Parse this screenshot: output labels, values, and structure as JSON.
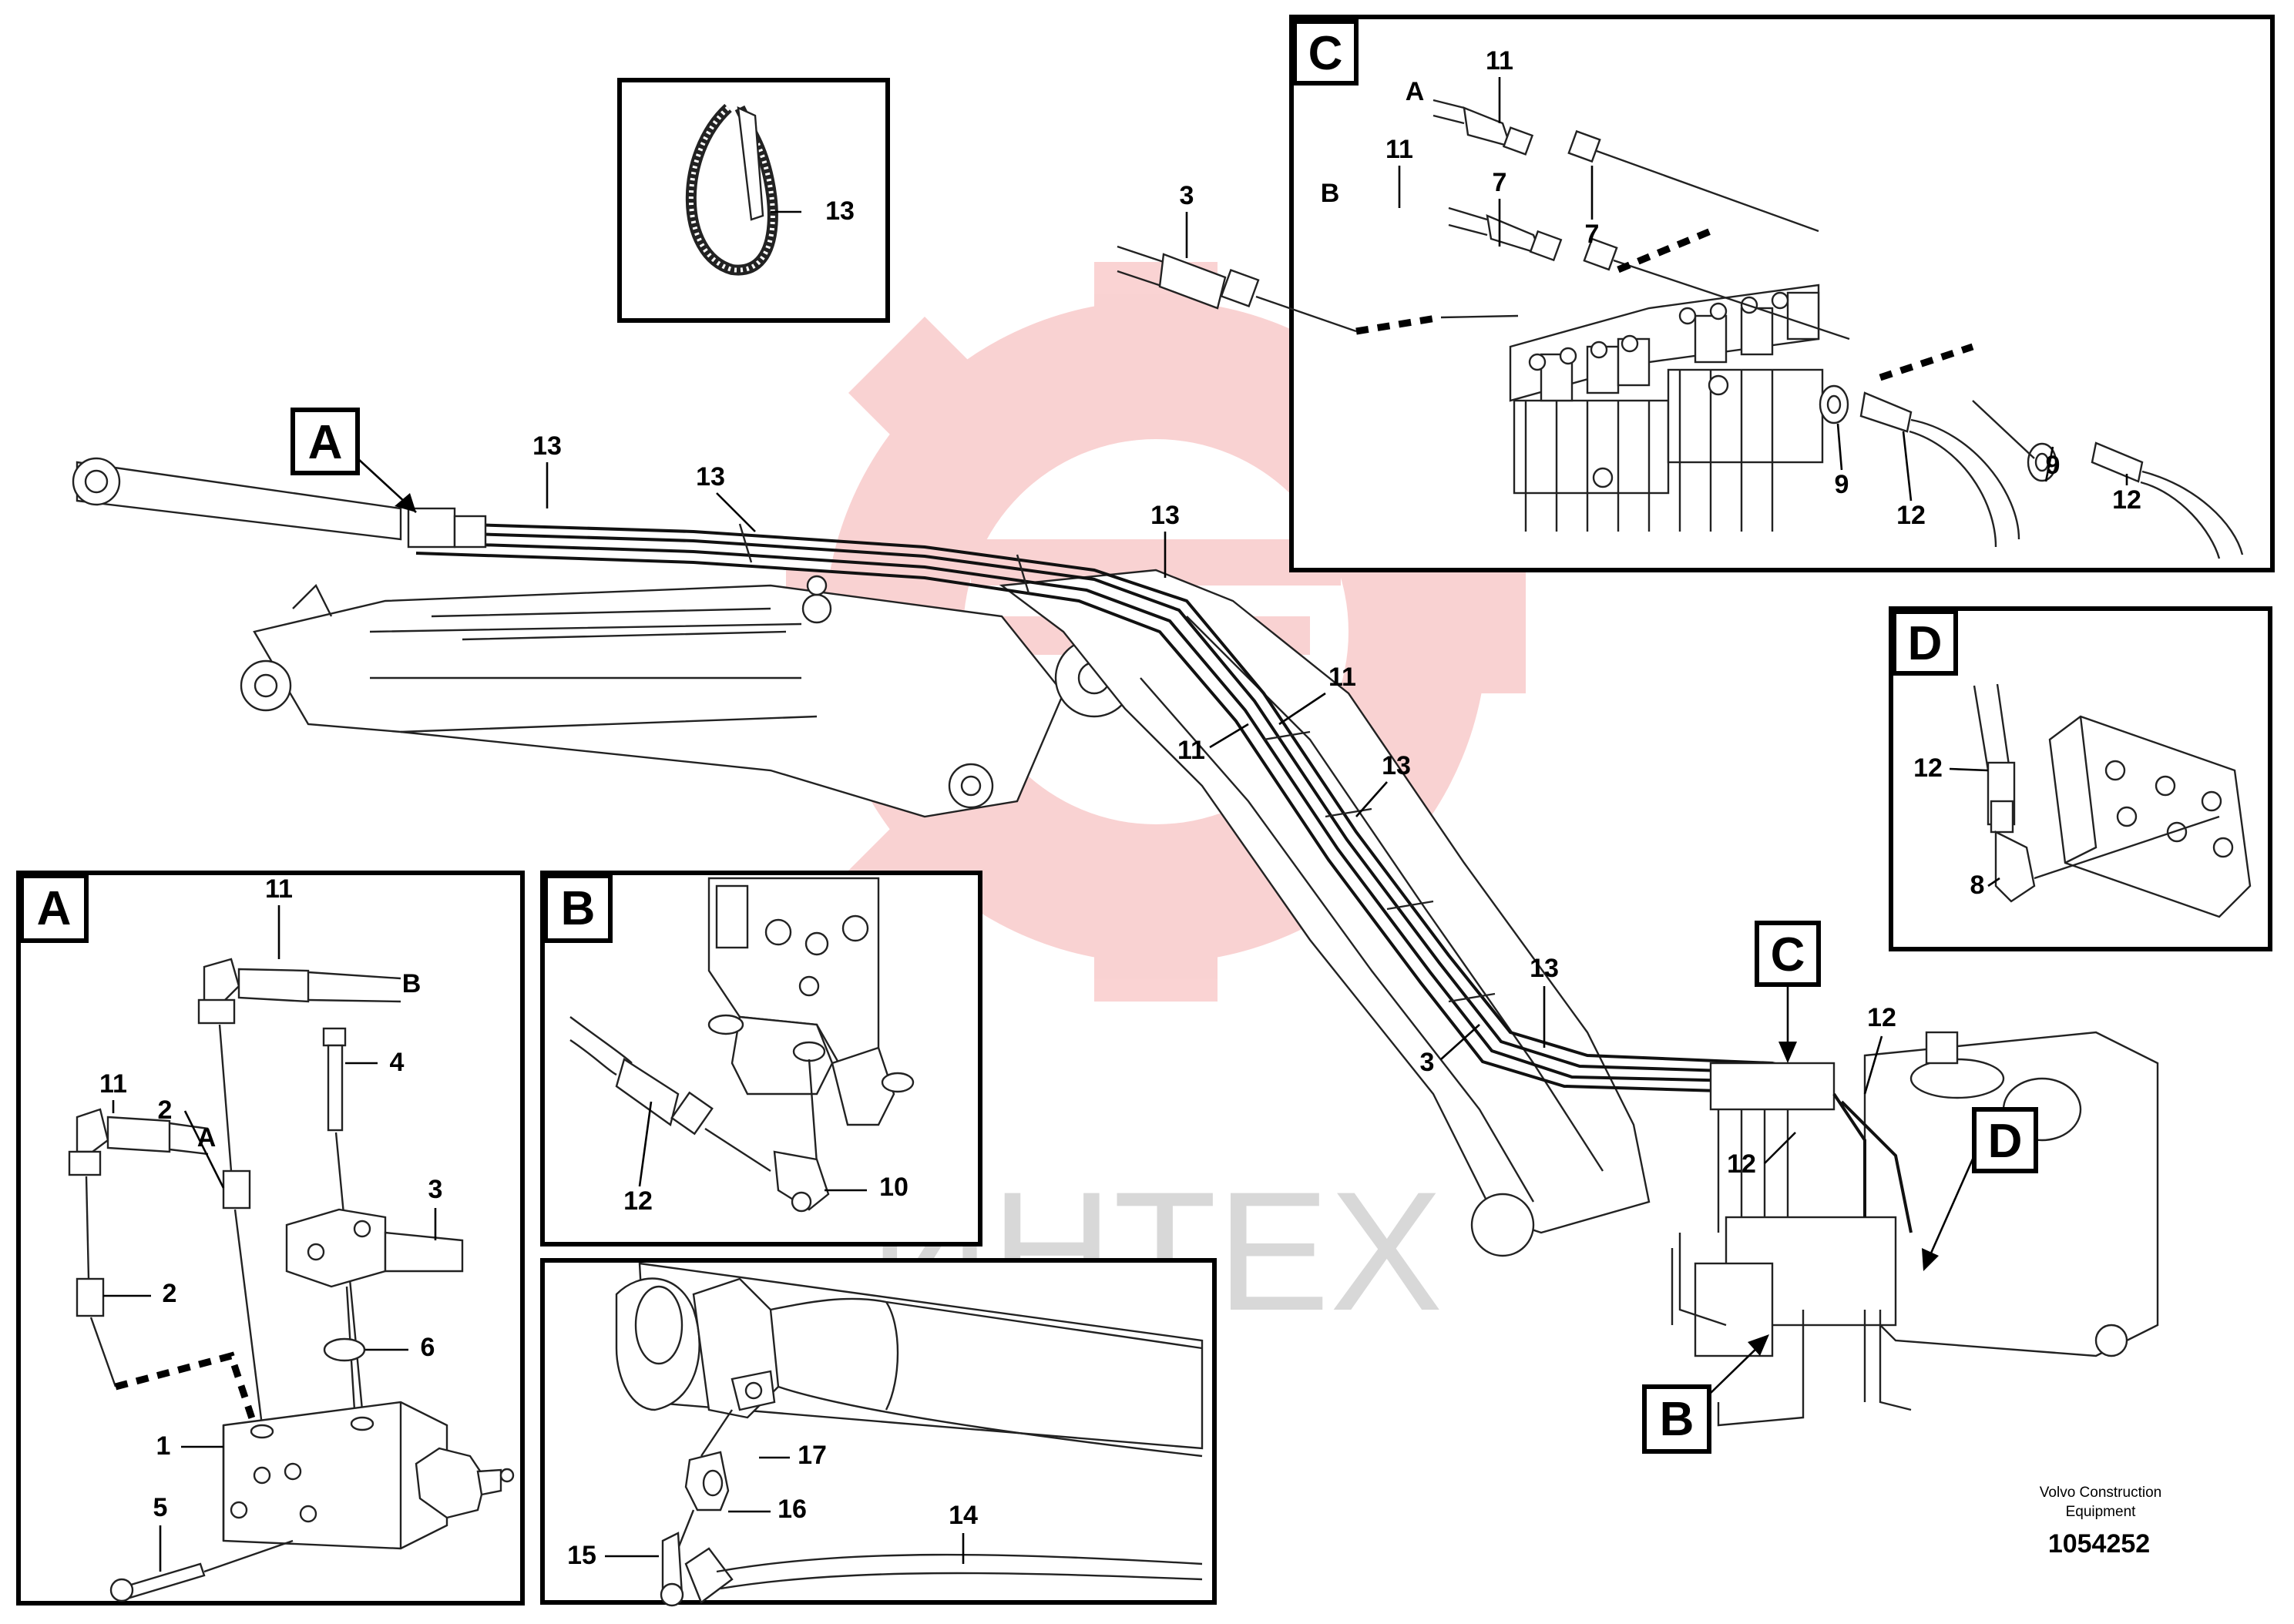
{
  "watermark": {
    "text": "ИНТЕХ",
    "color": "#f4a0a0"
  },
  "footer": {
    "company_line1": "Volvo Construction",
    "company_line2": "Equipment",
    "drawing_number": "1054252"
  },
  "main_view": {
    "callout_letters": [
      "A",
      "B",
      "C",
      "D"
    ],
    "labels": [
      "13",
      "13",
      "13",
      "11",
      "11",
      "13",
      "13",
      "3",
      "12",
      "12"
    ]
  },
  "detail_13": {
    "labels": [
      "13"
    ]
  },
  "detail_a": {
    "letter": "A",
    "labels": [
      "11",
      "4",
      "2",
      "11",
      "3",
      "2",
      "6",
      "1",
      "5"
    ],
    "ends": [
      "B",
      "A"
    ]
  },
  "detail_b": {
    "letter": "B",
    "labels": [
      "12",
      "10"
    ]
  },
  "detail_c": {
    "letter": "C",
    "labels": [
      "11",
      "11",
      "7",
      "7",
      "3",
      "9",
      "12",
      "9",
      "12"
    ],
    "ends": [
      "A",
      "B"
    ]
  },
  "detail_d": {
    "letter": "D",
    "labels": [
      "12",
      "8"
    ]
  },
  "detail_hose": {
    "labels": [
      "17",
      "16",
      "14",
      "15"
    ]
  }
}
